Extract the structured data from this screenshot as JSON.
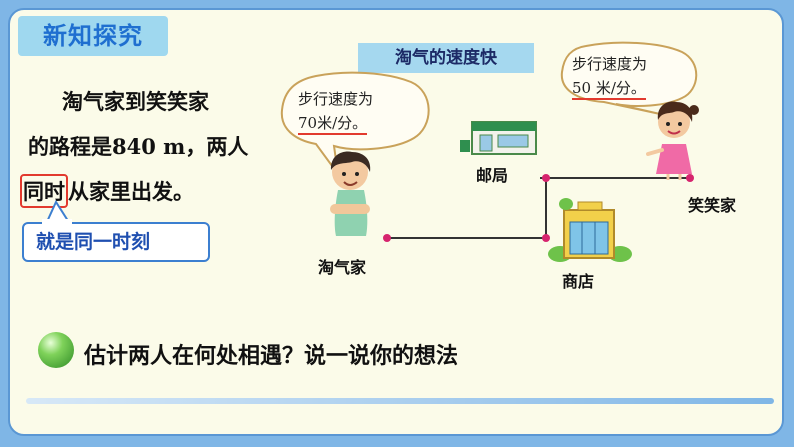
{
  "header": {
    "title": "新知探究"
  },
  "problem": {
    "line1": "淘气家到笑笑家",
    "line2": "的路程是840 m，两人",
    "highlight": "同时",
    "line3_rest": "从家里出发。"
  },
  "callout": {
    "text": "就是同一时刻"
  },
  "scene": {
    "banner": "淘气的速度快",
    "taoqi_speech": {
      "line1": "步行速度为",
      "line2": "70米/分。"
    },
    "xiaoxiao_speech": {
      "line1": "步行速度为",
      "line2": "50 米/分。"
    },
    "labels": {
      "post_office": "邮局",
      "taoqi_home": "淘气家",
      "shop": "商店",
      "xiaoxiao_home": "笑笑家"
    }
  },
  "question": {
    "text": "估计两人在何处相遇？说一说你的想法"
  },
  "colors": {
    "accent": "#1f6fd0",
    "highlight_border": "#e23a2e",
    "route": "#333333",
    "node": "#d6246e"
  },
  "icons": [
    "ball-icon",
    "post-office-icon",
    "shop-icon",
    "boy-icon",
    "girl-icon"
  ]
}
